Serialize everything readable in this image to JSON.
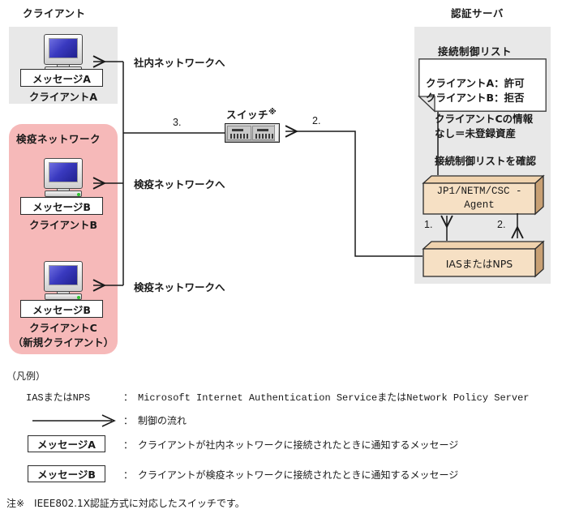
{
  "figure": {
    "client_zone_title": "クライアント",
    "server_zone_title": "認証サーバ"
  },
  "client_area": {
    "clientA": {
      "message_label": "メッセージA",
      "name_label": "クライアントA",
      "pc_icon": "desktop-computer-icon"
    },
    "quarantine": {
      "zone_label": "検疫ネットワーク",
      "clientB": {
        "message_label": "メッセージB",
        "name_label": "クライアントB",
        "pc_icon": "desktop-computer-icon"
      },
      "clientC": {
        "message_label": "メッセージB",
        "name_label": "クライアントC",
        "name_sub_label": "（新規クライアント）",
        "pc_icon": "desktop-computer-icon"
      }
    }
  },
  "flows": {
    "to_corporate_network": "社内ネットワークへ",
    "to_quarantine_network_1": "検疫ネットワークへ",
    "to_quarantine_network_2": "検疫ネットワークへ",
    "step_3": "3.",
    "step_2_switch": "2.",
    "step_1_agent": "1.",
    "step_2_agent": "2."
  },
  "switch_device": {
    "label": "スイッチ",
    "note_mark": "※",
    "icon": "network-switch-icon"
  },
  "server_area": {
    "acl_title": "接続制御リスト",
    "acl_entries": [
      "クライアントA：許可",
      "クライアントB：拒否"
    ],
    "acl_note_lines": [
      "クライアントCの情報",
      "なし＝未登録資産"
    ],
    "check_acl_label": "接続制御リストを確認",
    "agent_box": {
      "line1": "JP1/NETM/CSC -",
      "line2": "Agent"
    },
    "ias_box": {
      "label": "IASまたはNPS"
    }
  },
  "legend": {
    "title": "（凡例）",
    "rows": [
      {
        "key": "IASまたはNPS",
        "sep": "：",
        "desc": "Microsoft Internet Authentication ServiceまたはNetwork Policy Server",
        "key_type": "text"
      },
      {
        "key": "",
        "sep": "：",
        "desc": "制御の流れ",
        "key_type": "arrow"
      },
      {
        "key": "メッセージA",
        "sep": "：",
        "desc": "クライアントが社内ネットワークに接続されたときに通知するメッセージ",
        "key_type": "box"
      },
      {
        "key": "メッセージB",
        "sep": "：",
        "desc": "クライアントが検疫ネットワークに接続されたときに通知するメッセージ",
        "key_type": "box"
      }
    ],
    "footnote": "注※　IEEE802.1X認証方式に対応したスイッチです。"
  },
  "colors": {
    "zone_grey": "#e8e8e8",
    "zone_pink": "#f6b9b9",
    "box_face": "#f6e0c4",
    "box_top": "#f0d3ae",
    "box_side": "#c8a074",
    "screen_blue": "#3a3ac0",
    "line": "#1a1a1a"
  }
}
